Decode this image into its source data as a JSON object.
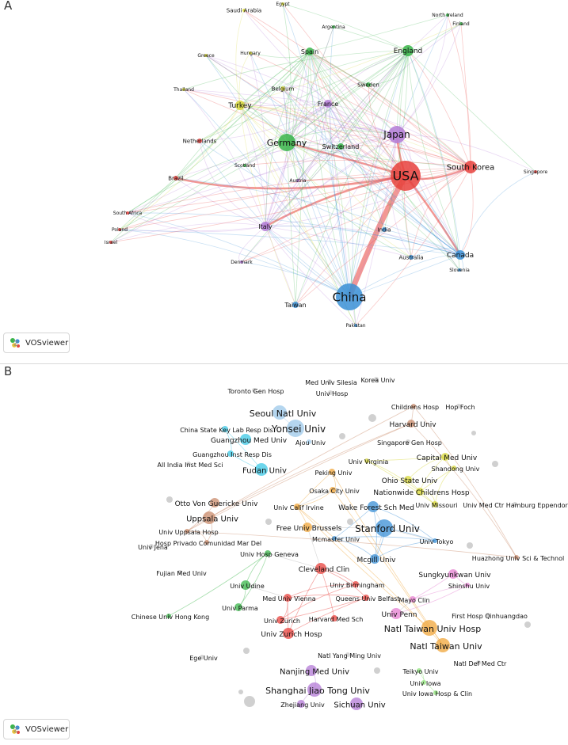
{
  "panels": {
    "a": {
      "letter": "A"
    },
    "b": {
      "letter": "B"
    }
  },
  "watermark": {
    "label": "VOSviewer",
    "icon": "vosviewer-logo-icon"
  },
  "colors": {
    "red": "#e8413c",
    "green": "#3ab54a",
    "blue": "#3a8fd6",
    "yellow": "#d8d83a",
    "purple": "#b37ad6",
    "lightblue": "#9cc8ea",
    "cyan": "#3cc8e6",
    "orange": "#f0a63a",
    "brown": "#c98b6b",
    "pink": "#e57fd0",
    "grey": "#c8c8c8",
    "lime": "#8ee37a"
  },
  "network_a": {
    "nodes": [
      {
        "label": "USA",
        "cluster": "red",
        "weight": 10
      },
      {
        "label": "China",
        "cluster": "blue",
        "weight": 9
      },
      {
        "label": "Japan",
        "cluster": "purple",
        "weight": 5
      },
      {
        "label": "Germany",
        "cluster": "green",
        "weight": 5
      },
      {
        "label": "South Korea",
        "cluster": "red",
        "weight": 4
      },
      {
        "label": "England",
        "cluster": "green",
        "weight": 3
      },
      {
        "label": "Italy",
        "cluster": "purple",
        "weight": 3
      },
      {
        "label": "Turkey",
        "cluster": "yellow",
        "weight": 3
      },
      {
        "label": "Canada",
        "cluster": "blue",
        "weight": 3
      },
      {
        "label": "Spain",
        "cluster": "green",
        "weight": 2
      },
      {
        "label": "France",
        "cluster": "purple",
        "weight": 2
      },
      {
        "label": "Switzerland",
        "cluster": "green",
        "weight": 2
      },
      {
        "label": "Taiwan",
        "cluster": "blue",
        "weight": 2
      },
      {
        "label": "Netherlands",
        "cluster": "red",
        "weight": 2
      },
      {
        "label": "Brazil",
        "cluster": "red",
        "weight": 2
      },
      {
        "label": "Belgium",
        "cluster": "yellow",
        "weight": 2
      },
      {
        "label": "Sweden",
        "cluster": "green",
        "weight": 2
      },
      {
        "label": "Australia",
        "cluster": "blue",
        "weight": 2
      },
      {
        "label": "India",
        "cluster": "blue",
        "weight": 2
      },
      {
        "label": "Saudi Arabia",
        "cluster": "yellow",
        "weight": 1
      },
      {
        "label": "Egypt",
        "cluster": "yellow",
        "weight": 1
      },
      {
        "label": "Argentina",
        "cluster": "green",
        "weight": 1
      },
      {
        "label": "Hungary",
        "cluster": "yellow",
        "weight": 1
      },
      {
        "label": "Greece",
        "cluster": "yellow",
        "weight": 1
      },
      {
        "label": "Thailand",
        "cluster": "yellow",
        "weight": 1
      },
      {
        "label": "North Ireland",
        "cluster": "green",
        "weight": 1
      },
      {
        "label": "Finland",
        "cluster": "green",
        "weight": 1
      },
      {
        "label": "Scotland",
        "cluster": "green",
        "weight": 1
      },
      {
        "label": "Austria",
        "cluster": "purple",
        "weight": 1
      },
      {
        "label": "South Africa",
        "cluster": "red",
        "weight": 1
      },
      {
        "label": "Poland",
        "cluster": "red",
        "weight": 1
      },
      {
        "label": "Israel",
        "cluster": "red",
        "weight": 1
      },
      {
        "label": "Denmark",
        "cluster": "purple",
        "weight": 1
      },
      {
        "label": "Singapore",
        "cluster": "red",
        "weight": 1
      },
      {
        "label": "Slovenia",
        "cluster": "blue",
        "weight": 1
      },
      {
        "label": "Pakistan",
        "cluster": "blue",
        "weight": 1
      }
    ]
  },
  "network_b": {
    "nodes": [
      {
        "label": "Korea Univ",
        "cluster": "grey"
      },
      {
        "label": "Med Univ Silesia",
        "cluster": "grey"
      },
      {
        "label": "Univ Hosp",
        "cluster": "grey"
      },
      {
        "label": "Toronto Gen Hosp",
        "cluster": "grey"
      },
      {
        "label": "Childrens Hosp",
        "cluster": "brown"
      },
      {
        "label": "Hop Foch",
        "cluster": "grey"
      },
      {
        "label": "Harvard Univ",
        "cluster": "brown"
      },
      {
        "label": "Seoul Natl Univ",
        "cluster": "lightblue"
      },
      {
        "label": "Yonsei Univ",
        "cluster": "lightblue"
      },
      {
        "label": "China State Key Lab Resp Dis",
        "cluster": "cyan"
      },
      {
        "label": "Guangzhou Med Univ",
        "cluster": "cyan"
      },
      {
        "label": "Ajou Univ",
        "cluster": "lightblue"
      },
      {
        "label": "Singapore Gen Hosp",
        "cluster": "grey"
      },
      {
        "label": "Guangzhou Inst Resp Dis",
        "cluster": "cyan"
      },
      {
        "label": "Capital Med Univ",
        "cluster": "yellow"
      },
      {
        "label": "All India Inst Med Sci",
        "cluster": "grey"
      },
      {
        "label": "Univ Virginia",
        "cluster": "yellow"
      },
      {
        "label": "Shandong Univ",
        "cluster": "yellow"
      },
      {
        "label": "Fudan Univ",
        "cluster": "cyan"
      },
      {
        "label": "Peking Univ",
        "cluster": "orange"
      },
      {
        "label": "Ohio State Univ",
        "cluster": "yellow"
      },
      {
        "label": "Osaka City Univ",
        "cluster": "orange"
      },
      {
        "label": "Nationwide Childrens Hosp",
        "cluster": "yellow"
      },
      {
        "label": "Otto Von Guericke Univ",
        "cluster": "brown"
      },
      {
        "label": "Univ Calif Irvine",
        "cluster": "orange"
      },
      {
        "label": "Wake Forest Sch Med",
        "cluster": "blue"
      },
      {
        "label": "Univ Missouri",
        "cluster": "yellow"
      },
      {
        "label": "Univ Med Ctr Hamburg Eppendorf",
        "cluster": "grey"
      },
      {
        "label": "Uppsala Univ",
        "cluster": "brown"
      },
      {
        "label": "Free Univ Brussels",
        "cluster": "orange"
      },
      {
        "label": "Stanford Univ",
        "cluster": "blue"
      },
      {
        "label": "Univ Uppsala Hosp",
        "cluster": "brown"
      },
      {
        "label": "Mcmaster Univ",
        "cluster": "blue"
      },
      {
        "label": "Univ Tokyo",
        "cluster": "blue"
      },
      {
        "label": "Hosp Privado Comunidad Mar Del",
        "cluster": "brown"
      },
      {
        "label": "Univ Jena",
        "cluster": "grey"
      },
      {
        "label": "Univ Hosp Geneva",
        "cluster": "green"
      },
      {
        "label": "Mcgill Univ",
        "cluster": "blue"
      },
      {
        "label": "Huazhong Univ Sci & Technol",
        "cluster": "brown"
      },
      {
        "label": "Fujian Med Univ",
        "cluster": "grey"
      },
      {
        "label": "Cleveland Clin",
        "cluster": "red"
      },
      {
        "label": "Sungkyunkwan Univ",
        "cluster": "pink"
      },
      {
        "label": "Shinshu Univ",
        "cluster": "pink"
      },
      {
        "label": "Univ Udine",
        "cluster": "green"
      },
      {
        "label": "Univ Birmingham",
        "cluster": "red"
      },
      {
        "label": "Med Univ Vienna",
        "cluster": "red"
      },
      {
        "label": "Queens Univ Belfast",
        "cluster": "red"
      },
      {
        "label": "Mayo Clin",
        "cluster": "pink"
      },
      {
        "label": "Univ Parma",
        "cluster": "green"
      },
      {
        "label": "Chinese Univ Hong Kong",
        "cluster": "green"
      },
      {
        "label": "Univ Penn",
        "cluster": "pink"
      },
      {
        "label": "First Hosp Qinhuangdao",
        "cluster": "grey"
      },
      {
        "label": "Univ Zurich",
        "cluster": "red"
      },
      {
        "label": "Harvard Med Sch",
        "cluster": "red"
      },
      {
        "label": "Natl Taiwan Univ Hosp",
        "cluster": "orange"
      },
      {
        "label": "Univ Zurich Hosp",
        "cluster": "red"
      },
      {
        "label": "Natl Taiwan Univ",
        "cluster": "orange"
      },
      {
        "label": "Ege Univ",
        "cluster": "grey"
      },
      {
        "label": "Natl Yang Ming Univ",
        "cluster": "grey"
      },
      {
        "label": "Natl Def Med Ctr",
        "cluster": "grey"
      },
      {
        "label": "Nanjing Med Univ",
        "cluster": "purple"
      },
      {
        "label": "Teikyo Univ",
        "cluster": "lime"
      },
      {
        "label": "Univ Iowa",
        "cluster": "lime"
      },
      {
        "label": "Shanghai Jiao Tong Univ",
        "cluster": "purple"
      },
      {
        "label": "Univ Iowa Hosp & Clin",
        "cluster": "lime"
      },
      {
        "label": "Zhejiang Univ",
        "cluster": "purple"
      },
      {
        "label": "Sichuan Univ",
        "cluster": "purple"
      }
    ]
  }
}
